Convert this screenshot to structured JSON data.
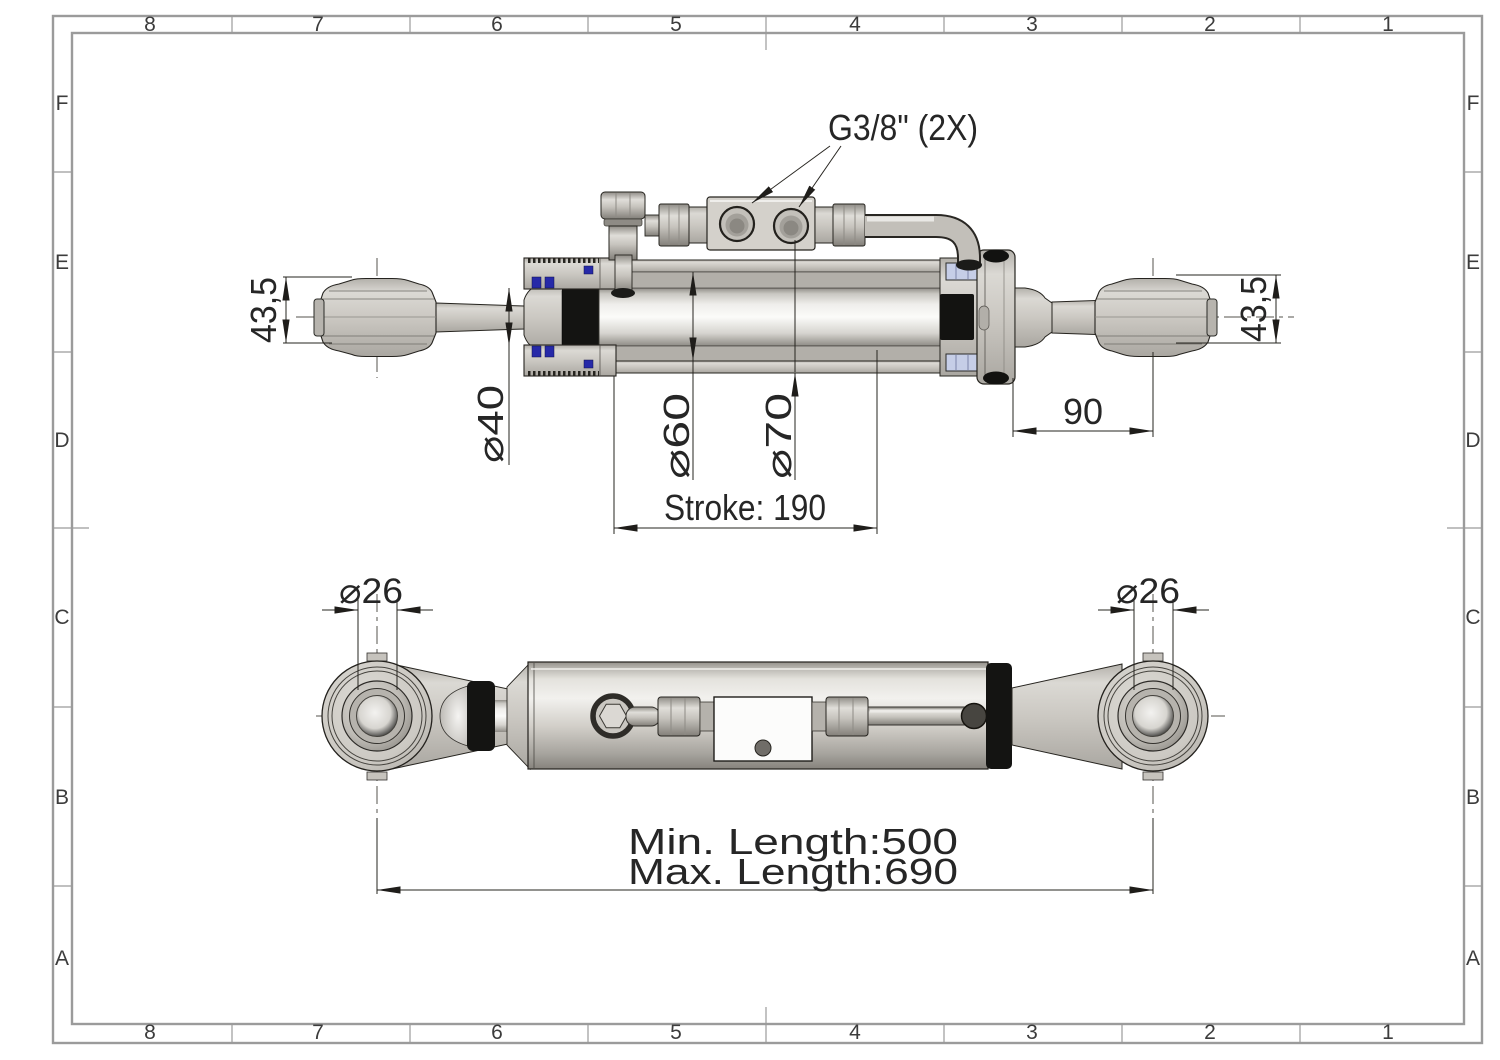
{
  "sheet": {
    "cols": [
      "8",
      "7",
      "6",
      "5",
      "4",
      "3",
      "2",
      "1"
    ],
    "rows": [
      "F",
      "E",
      "D",
      "C",
      "B",
      "A"
    ]
  },
  "annotations": {
    "ports": "G3/8\" (2X)",
    "left_ball_width": "43,5",
    "right_ball_width": "43,5",
    "rod_diameter": "⌀40",
    "bore_diameter": "⌀60",
    "barrel_diameter": "⌀70",
    "head_to_eye": "90",
    "stroke": "Stroke: 190",
    "left_eye_diameter": "⌀26",
    "right_eye_diameter": "⌀26",
    "min_length": "Min. Length:500",
    "max_length": "Max. Length:690"
  },
  "colors": {
    "line": "#26241f",
    "frame": "#9b9b9b",
    "metal": "#cac7c1",
    "metal_dark": "#8e8b85",
    "metal_light": "#efeeea",
    "seal_blue": "#2629a8",
    "seal_pocket": "#c6cee7",
    "black_part": "#141412",
    "text": "#2b2b2b"
  }
}
